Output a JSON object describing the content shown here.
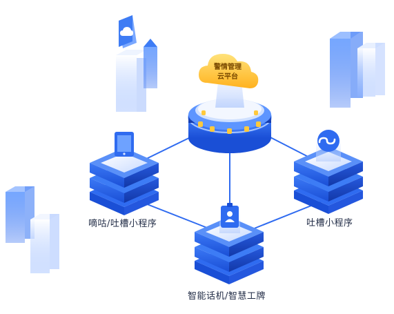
{
  "cloud": {
    "label_line1": "警情管理",
    "label_line2": "云平台"
  },
  "nodes": {
    "left": {
      "label": "嘀咕/吐槽小程序"
    },
    "right": {
      "label": "吐槽小程序"
    },
    "bottom": {
      "label": "智能话机/智慧工牌"
    }
  },
  "icons": {
    "left": "tablet-icon",
    "right": "mini-program-icon",
    "bottom": "id-badge-icon",
    "top_left_card": "cloud-icon",
    "cloud": "cloud-icon"
  },
  "colors": {
    "primary": "#2f6bf0",
    "primary_light": "#6ea2ff",
    "deep": "#1746c8",
    "cloud_yellow": "#ffc93c",
    "cloud_text": "#7a4a00",
    "line": "#2f6bf0"
  }
}
